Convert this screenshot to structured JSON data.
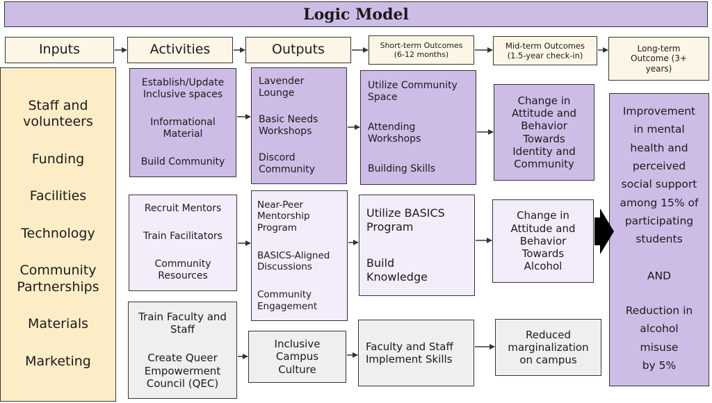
{
  "title": "Logic Model",
  "headers": {
    "inputs": "Inputs",
    "activities": "Activities",
    "outputs": "Outputs",
    "short_term": "Short-term Outcomes\n(6-12 months)",
    "mid_term": "Mid-term Outcomes\n(1.5-year check-in)",
    "long_term": "Long-term\nOutcome (3+\nyears)"
  },
  "inputs": [
    "Staff and\nvolunteers",
    "Funding",
    "Facilities",
    "Technology",
    "Community\nPartnerships",
    "Materials",
    "Marketing"
  ],
  "rows": [
    {
      "activities": [
        "Establish/Update\nInclusive spaces",
        "Informational\nMaterial",
        "Build Community"
      ],
      "outputs": [
        "Lavender\nLounge",
        "Basic Needs\nWorkshops",
        "Discord\nCommunity"
      ],
      "short_term": [
        "Utilize Community\nSpace",
        "Attending\nWorkshops",
        "Building Skills"
      ],
      "mid_term": [
        "Change in\nAttitude and\nBehavior\nTowards\nIdentity and\nCommunity"
      ]
    },
    {
      "activities": [
        "Recruit Mentors",
        "Train Facilitators",
        "Community\nResources"
      ],
      "outputs": [
        "Near-Peer\nMentorship\nProgram",
        "BASICS-Aligned\nDiscussions",
        "Community\nEngagement"
      ],
      "short_term": [
        "Utilize BASICS\nProgram",
        "Build\nKnowledge"
      ],
      "mid_term": [
        "Change in\nAttitude and\nBehavior\nTowards\nAlcohol"
      ]
    },
    {
      "activities": [
        "Train Faculty and\nStaff",
        "Create Queer\nEmpowerment\nCouncil (QEC)"
      ],
      "outputs": [
        "Inclusive\nCampus\nCulture"
      ],
      "short_term": [
        "Faculty and Staff\nImplement Skills"
      ],
      "mid_term": [
        "Reduced\nmarginalization\non campus"
      ]
    }
  ],
  "long_term": [
    "Improvement\nin mental\nhealth and\nperceived\nsocial support\namong 15% of\nparticipating\nstudents",
    "AND",
    "Reduction in\nalcohol\nmisuse\nby 5%"
  ],
  "colors": {
    "row1": "#cdbde6",
    "row2": "#f3ecfb",
    "row3": "#efefef",
    "inputs": "#fdedc6",
    "header": "#fdf6e6",
    "title": "#cdbde6"
  }
}
